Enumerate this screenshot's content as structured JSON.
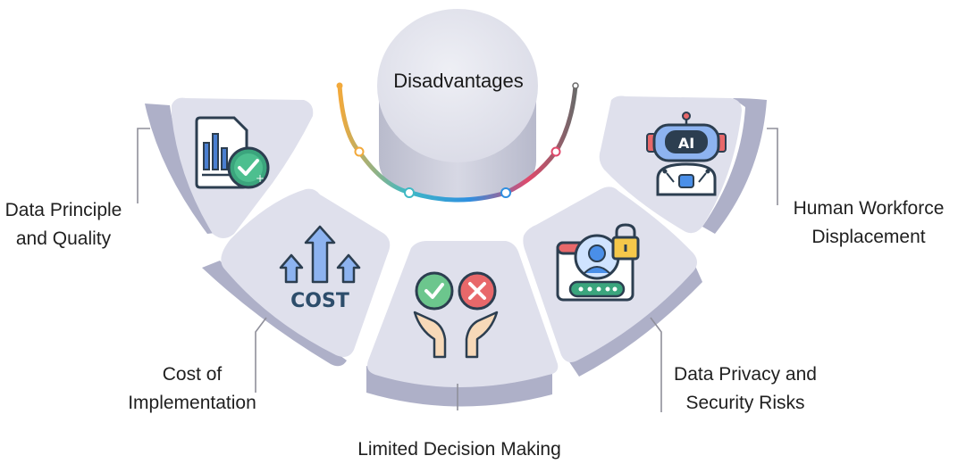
{
  "diagram": {
    "center_title": "Disadvantages",
    "items": [
      {
        "label_lines": [
          "Data Principle",
          "and Quality"
        ],
        "icon": "report-chart-check-icon"
      },
      {
        "label_lines": [
          "Cost of",
          "Implementation"
        ],
        "icon": "cost-arrows-up-icon"
      },
      {
        "label_lines": [
          "Limited Decision Making"
        ],
        "icon": "hands-check-cross-icon"
      },
      {
        "label_lines": [
          "Data Privacy and",
          "Security Risks"
        ],
        "icon": "user-lock-password-icon"
      },
      {
        "label_lines": [
          "Human Workforce",
          "Displacement"
        ],
        "icon": "ai-robot-icon",
        "icon_text": "AI"
      }
    ],
    "cost_icon_text": "COST"
  },
  "colors": {
    "segment": "#dfe0ec",
    "segment_shadow": "#aeb0c9",
    "cylinder_top": "#e6e7f0",
    "cylinder_side": "#c9cad8",
    "arc_orange": "#f2a93b",
    "arc_teal": "#3fb9c4",
    "arc_blue": "#2f8fe0",
    "arc_pink": "#e0496b"
  }
}
